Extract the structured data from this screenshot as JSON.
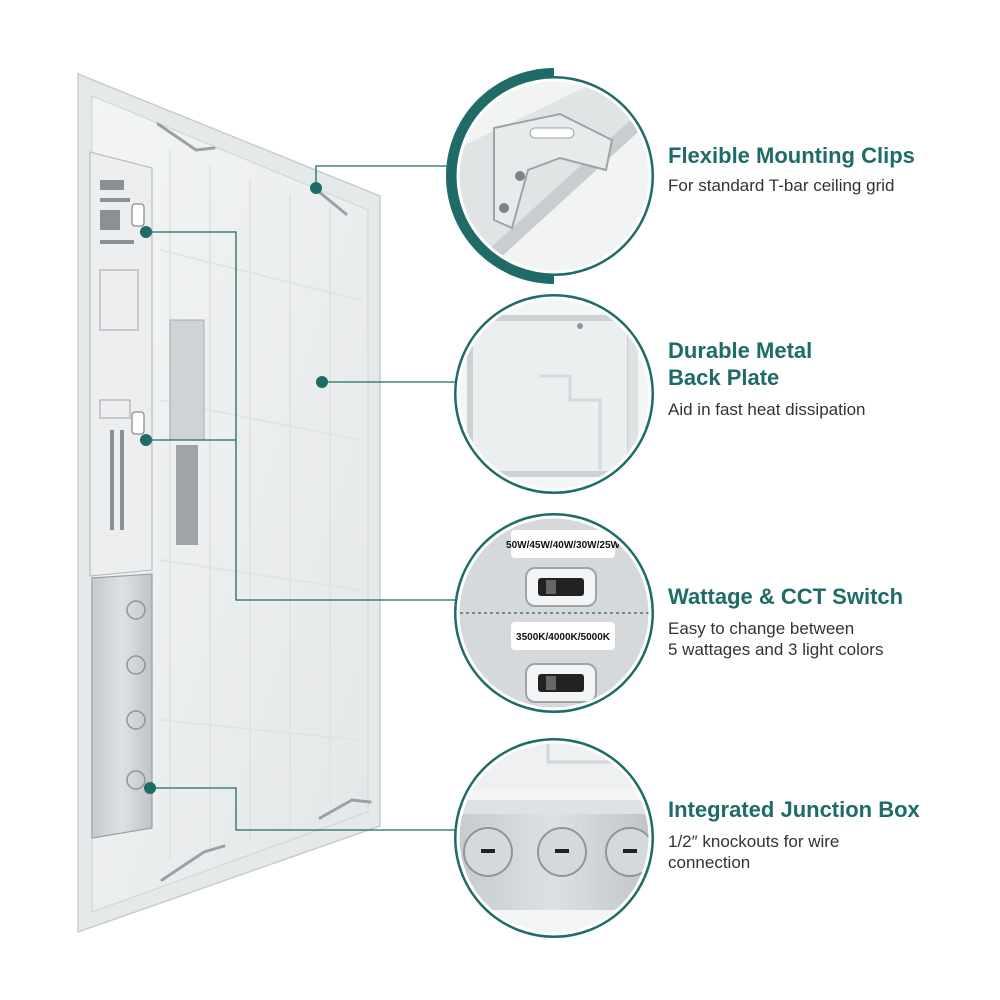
{
  "colors": {
    "accent": "#1f6b67",
    "panel_frame": "#e9ebec",
    "panel_face": "#f6f7f7",
    "driver_box": "#e3e6e8",
    "junction_box": "#cfd3d6",
    "text": "#333333"
  },
  "features": [
    {
      "title": "Flexible Mounting Clips",
      "description_lines": [
        "For standard T-bar ceiling grid"
      ]
    },
    {
      "title_lines": [
        "Durable Metal",
        "Back Plate"
      ],
      "description_lines": [
        "Aid in fast heat dissipation"
      ]
    },
    {
      "title": "Wattage & CCT Switch",
      "description_lines": [
        "Easy to change between",
        "5 wattages and 3 light colors"
      ]
    },
    {
      "title": "Integrated Junction Box",
      "description_lines": [
        "1/2″ knockouts for wire",
        "connection"
      ]
    }
  ],
  "switch_labels": {
    "wattage": "50W/45W/40W/30W/25W",
    "cct": "3500K/4000K/5000K"
  },
  "icons": {
    "callout_dot": "callout-dot-icon",
    "knockout": "knockout-icon",
    "slide_switch": "slide-switch-icon",
    "mounting_clip": "mounting-clip-icon"
  }
}
